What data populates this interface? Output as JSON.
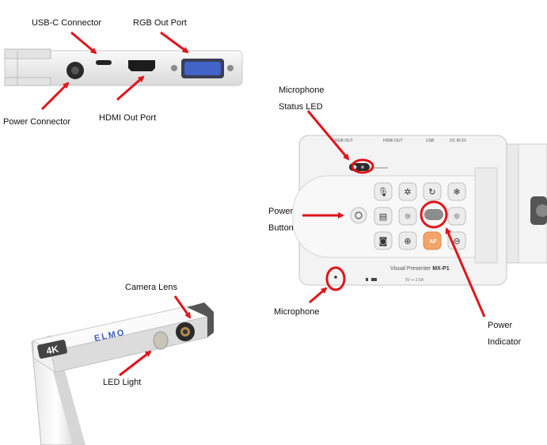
{
  "labels": {
    "usb_c": "USB-C Connector",
    "rgb_out": "RGB Out Port",
    "power_connector": "Power Connector",
    "hdmi_out": "HDMI Out Port",
    "mic_status_led": "Microphone Status LED",
    "power_button": "Power Button",
    "microphone": "Microphone",
    "power_indicator": "Power Indicator",
    "camera_lens": "Camera Lens",
    "led_light": "LED Light"
  },
  "device": {
    "model_text": "Visual Presenter",
    "model_name": "MX-P1",
    "brand": "ELMO",
    "resolution_badge": "4K",
    "af_key": "AF"
  },
  "colors": {
    "arrow": "#e0151b",
    "body": "#f3f3f3",
    "accent_orange": "#f3a46a"
  }
}
